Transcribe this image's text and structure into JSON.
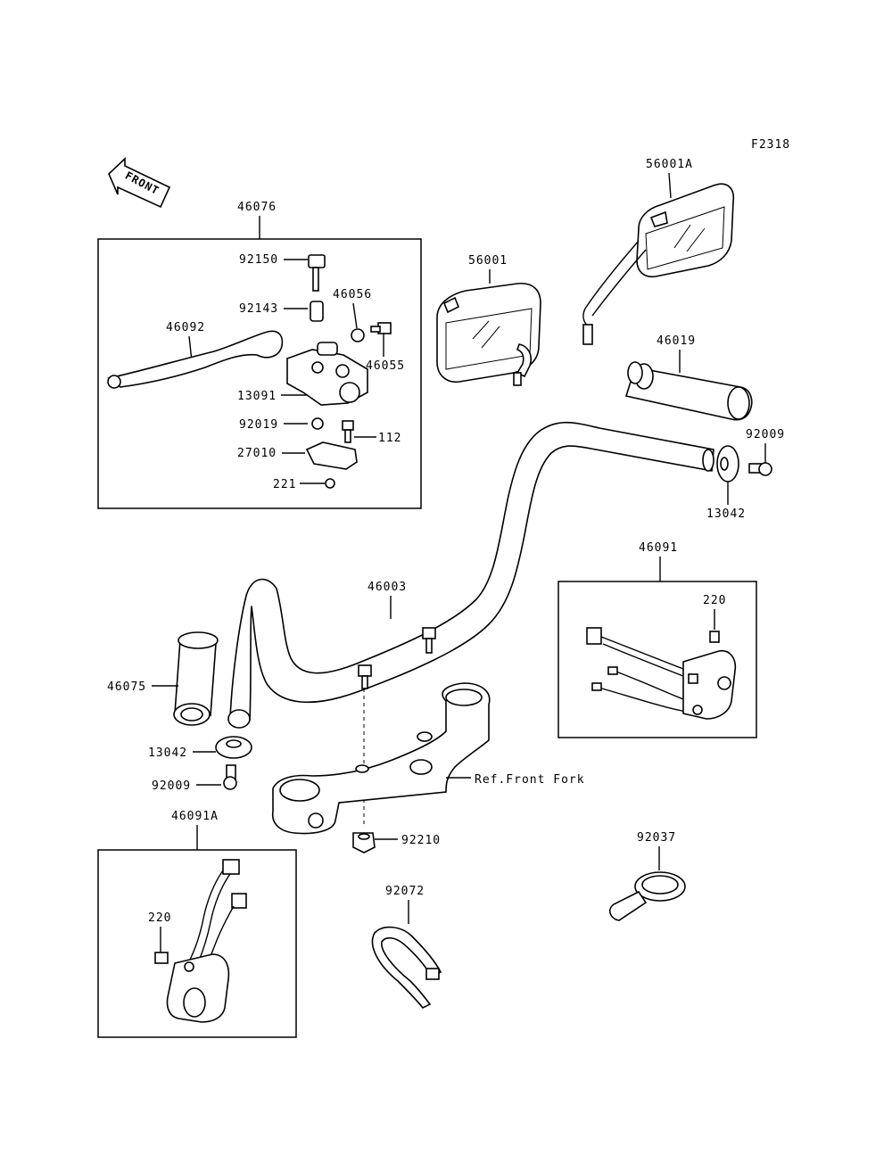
{
  "figure_id": "F2318",
  "front_label": "FRONT",
  "ref_label": "Ref.Front Fork",
  "parts": {
    "p46076": "46076",
    "p92150": "92150",
    "p92143": "92143",
    "p46056": "46056",
    "p46092": "46092",
    "p46055": "46055",
    "p13091": "13091",
    "p92019": "92019",
    "p112": "112",
    "p27010": "27010",
    "p221": "221",
    "p56001": "56001",
    "p56001A": "56001A",
    "p46019": "46019",
    "p92009a": "92009",
    "p13042a": "13042",
    "p46091": "46091",
    "p220a": "220",
    "p46003": "46003",
    "p46075": "46075",
    "p13042b": "13042",
    "p92009b": "92009",
    "p92210": "92210",
    "p46091A": "46091A",
    "p220b": "220",
    "p92072": "92072",
    "p92037": "92037"
  }
}
